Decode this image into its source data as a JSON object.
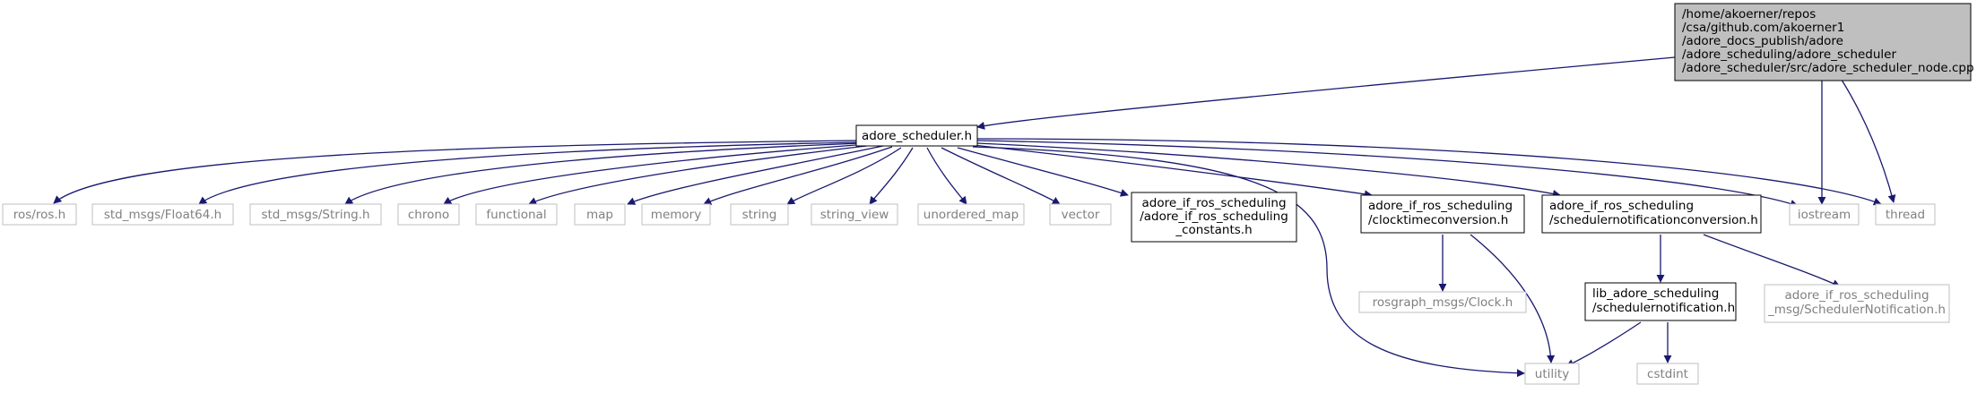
{
  "graph": {
    "root": {
      "lines": [
        "/home/akoerner/repos",
        "/csa/github.com/akoerner1",
        "/adore_docs_publish/adore",
        "/adore_scheduling/adore_scheduler",
        "/adore_scheduler/src/adore_scheduler_node.cpp"
      ]
    },
    "header": {
      "label": "adore_scheduler.h"
    },
    "nodes": {
      "ros_ros": "ros/ros.h",
      "float64": "std_msgs/Float64.h",
      "string_msg": "std_msgs/String.h",
      "chrono": "chrono",
      "functional": "functional",
      "map": "map",
      "memory": "memory",
      "string": "string",
      "string_view": "string_view",
      "unordered_map": "unordered_map",
      "vector": "vector",
      "iostream": "iostream",
      "thread": "thread",
      "rosgraph_clock": "rosgraph_msgs/Clock.h",
      "utility": "utility",
      "cstdint": "cstdint"
    },
    "constants": {
      "lines": [
        "adore_if_ros_scheduling",
        "/adore_if_ros_scheduling",
        "_constants.h"
      ]
    },
    "clocktime": {
      "lines": [
        "adore_if_ros_scheduling",
        "/clocktimeconversion.h"
      ]
    },
    "schedconv": {
      "lines": [
        "adore_if_ros_scheduling",
        "/schedulernotificationconversion.h"
      ]
    },
    "libsched": {
      "lines": [
        "lib_adore_scheduling",
        "/schedulernotification.h"
      ]
    },
    "schedmsg": {
      "lines": [
        "adore_if_ros_scheduling",
        "_msg/SchedulerNotification.h"
      ]
    },
    "colors": {
      "edge": "#191970",
      "root_fill": "#bfbfbf",
      "box_border": "#000000",
      "muted_border": "#bfbfbf",
      "muted_text": "#808080"
    }
  }
}
